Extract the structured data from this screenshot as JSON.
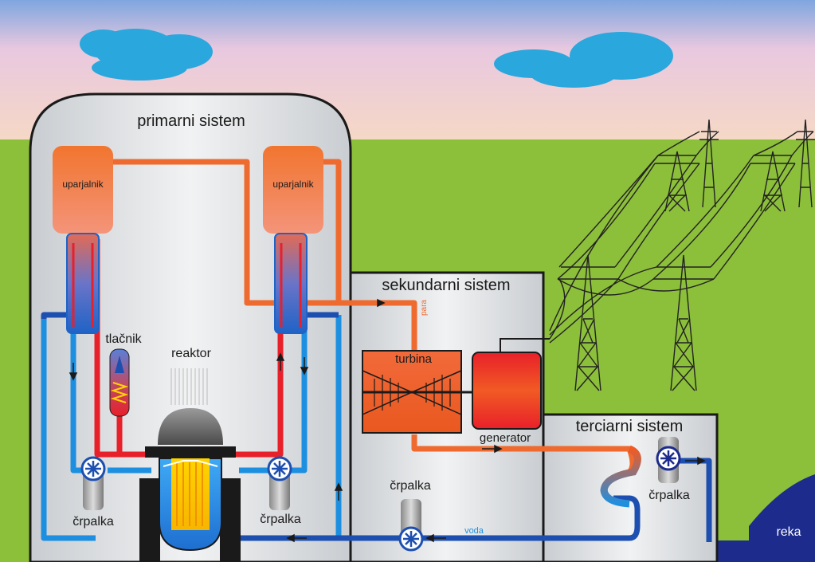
{
  "labels": {
    "primary_system": "primarni sistem",
    "secondary_system": "sekundarni sistem",
    "tertiary_system": "terciarni sistem",
    "steam_generator_left": "uparjalnik",
    "steam_generator_right": "uparjalnik",
    "pressurizer": "tlačnik",
    "reactor": "reaktor",
    "pump_primary_left": "črpalka",
    "pump_primary_right": "črpalka",
    "pump_secondary": "črpalka",
    "pump_tertiary": "črpalka",
    "turbine": "turbina",
    "generator": "generator",
    "steam": "para",
    "water": "voda",
    "river": "reka"
  },
  "colors": {
    "hot": "#ee6a2e",
    "hot_dark": "#e8202a",
    "cold": "#1d8fe0",
    "cold_dark": "#1d4fb0",
    "grass": "#8cbf3a",
    "river": "#1c2b8c",
    "cloud": "#2aa7dc",
    "building": "#e4e6e8"
  }
}
